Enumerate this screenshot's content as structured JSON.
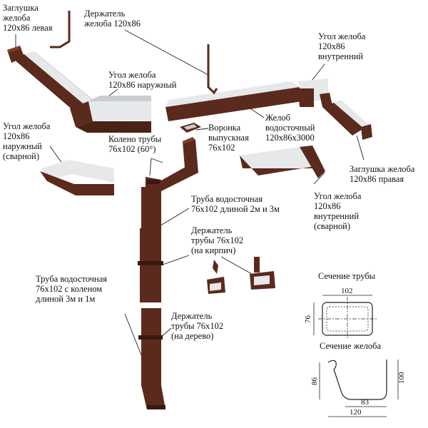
{
  "colors": {
    "product": "#5a2a1c",
    "product_dark": "#3a180f",
    "product_light": "#7a3f2c",
    "inner": "#e6e8ea",
    "inner_shade": "#c9ccd0",
    "leader": "#222222"
  },
  "labels": {
    "end_cap_left": "Заглушка\nжелоба\n120х86 левая",
    "gutter_bracket": "Держатель\nжелоба 120х86",
    "corner_inner_top": "Угол желоба\n120х86\nвнутренний",
    "corner_outer_top": "Угол желоба\n120х86 наружный",
    "gutter": "Желоб\nводосточный\n120х86х3000",
    "funnel": "Воронка\nвыпускная\n76х102",
    "elbow": "Колено трубы\n76х102 (60°)",
    "corner_outer_welded": "Угол желоба\n120х86\nнаружный\n(сварной)",
    "end_cap_right": "Заглушка желоба\n120х86 правая",
    "corner_inner_welded": "Угол желоба\n120х86\nвнутренний\n(сварной)",
    "pipe": "Труба водосточная\n76х102 длиной 2м и 3м",
    "pipe_bracket_brick": "Держатель\nтрубы 76х102\n(на кирпич)",
    "pipe_with_elbow": "Труба водосточная\n76х102 с коленом\nдлиной 3м и 1м",
    "pipe_bracket_wood": "Держатель\nтрубы 76х102\n(на дерево)",
    "pipe_section": "Сечение трубы",
    "gutter_section": "Сечение желоба"
  },
  "dimensions": {
    "pipe_width": "102",
    "pipe_height": "76",
    "gutter_height_left": "86",
    "gutter_height_right": "100",
    "gutter_bottom": "83",
    "gutter_width": "120"
  }
}
